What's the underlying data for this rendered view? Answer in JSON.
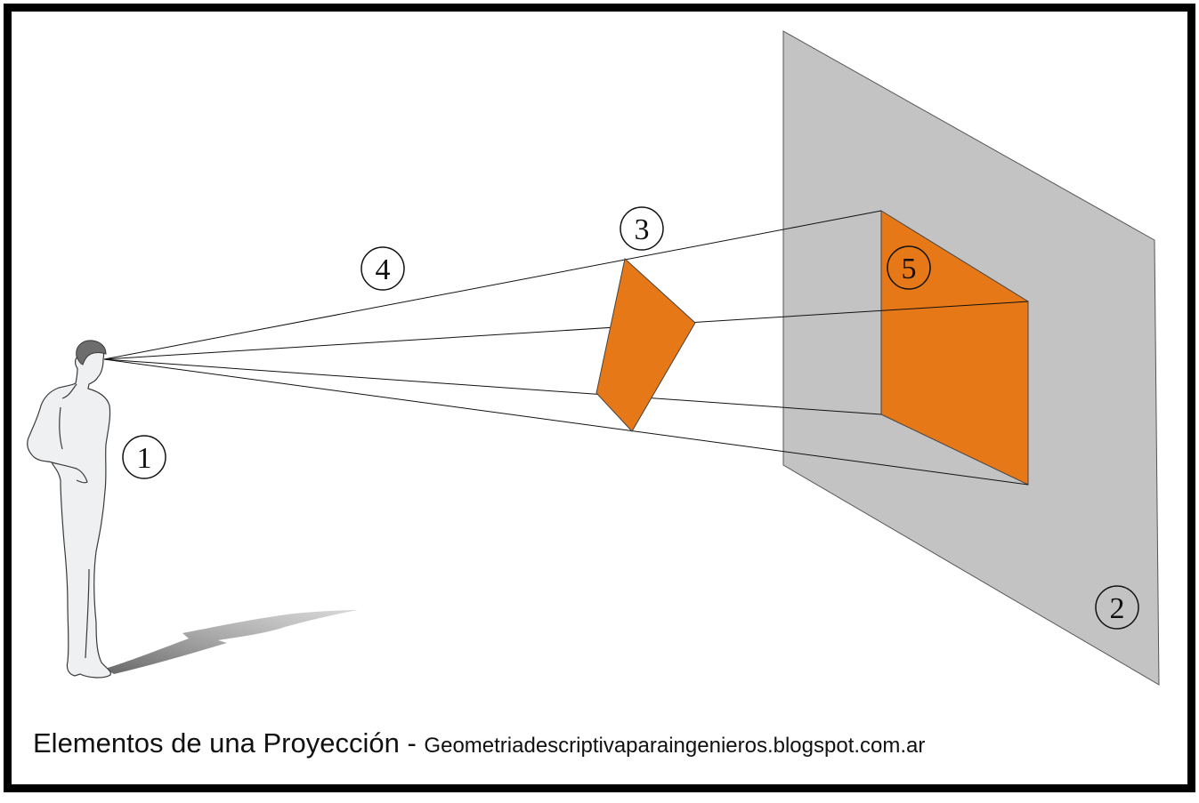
{
  "caption": {
    "title": "Elementos de una Proyección",
    "separator": " - ",
    "website": "Geometriadescriptivaparaingenieros.blogspot.com.ar"
  },
  "markers": {
    "observer": "1",
    "plane": "2",
    "object": "3",
    "rays": "4",
    "projection": "5"
  },
  "colors": {
    "frame": "#000000",
    "plane": "#c3c3c3",
    "object_fill": "#e77817",
    "figure_fill": "#eef0f2",
    "hair": "#6d6d6d",
    "shadow": "#8a8a8a"
  }
}
